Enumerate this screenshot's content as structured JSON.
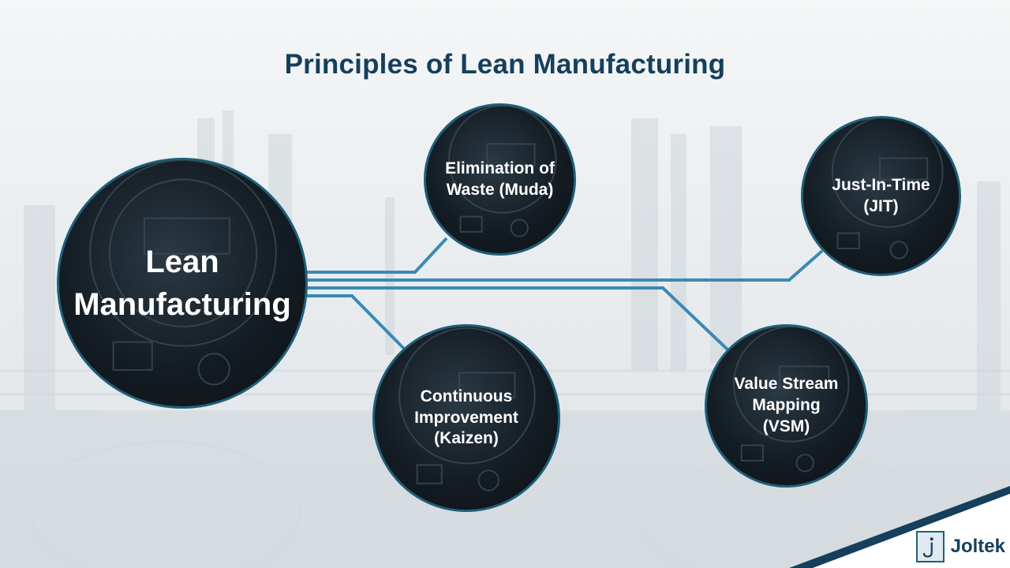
{
  "title": "Principles of Lean Manufacturing",
  "center": {
    "label": "Lean\nManufacturing"
  },
  "principles": [
    {
      "label": "Elimination of\nWaste (Muda)"
    },
    {
      "label": "Just-In-Time\n(JIT)"
    },
    {
      "label": "Continuous\nImprovement\n(Kaizen)"
    },
    {
      "label": "Value Stream\nMapping\n(VSM)"
    }
  ],
  "brand": {
    "name": "Joltek",
    "icon": "j-hook-logo-icon"
  },
  "colors": {
    "title": "#153f5c",
    "connector": "#3a8ab3",
    "node_border": "#1f5f78",
    "band": "#153f5c"
  }
}
